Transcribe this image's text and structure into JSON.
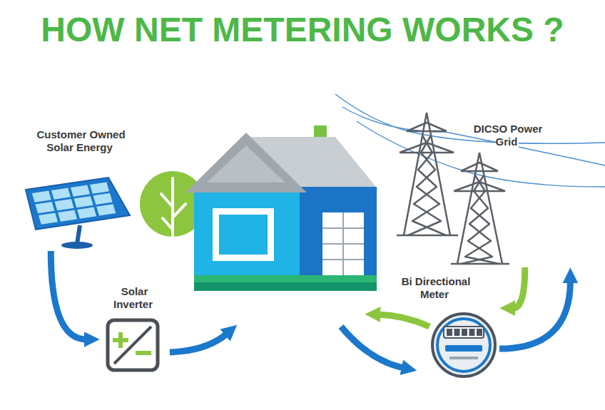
{
  "diagram": {
    "title": "HOW NET METERING WORKS ?",
    "nodes": [
      {
        "text": [
          "Customer Owned Solar Energy"
        ]
      },
      {
        "text": [
          "Solar Inverter"
        ]
      },
      {
        "text": [
          "DICSO Power Grid"
        ]
      },
      {
        "text": [
          "Bi Directional Meter"
        ]
      }
    ],
    "edges": [
      {
        "from": 0,
        "to": 1,
        "arrow": "to"
      },
      {
        "from": 2,
        "to": 3,
        "arrow": "to"
      },
      {
        "from": 3,
        "to": 2,
        "arrow": "to"
      }
    ]
  }
}
